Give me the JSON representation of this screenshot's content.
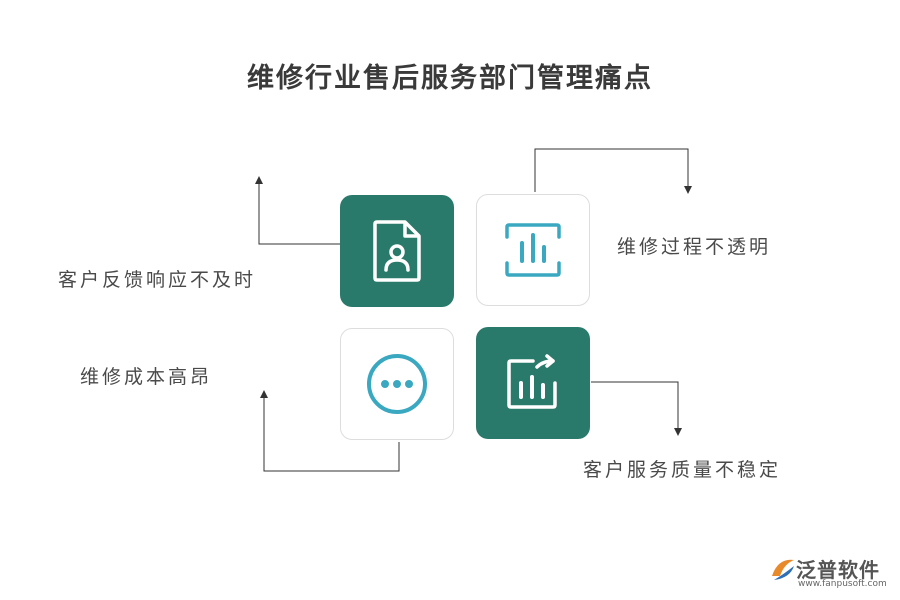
{
  "title": "维修行业售后服务部门管理痛点",
  "items": [
    {
      "label": "客户反馈响应不及时",
      "icon": "document-user-icon"
    },
    {
      "label": "维修过程不透明",
      "icon": "bar-chart-frame-icon"
    },
    {
      "label": "维修成本高昂",
      "icon": "more-dots-icon"
    },
    {
      "label": "客户服务质量不稳定",
      "icon": "chart-trend-icon"
    }
  ],
  "logo": {
    "name": "泛普软件",
    "url": "www.fanpusoft.com"
  },
  "colors": {
    "teal": "#2a7a6c",
    "cyan": "#3aa8c0",
    "line": "#333333"
  }
}
